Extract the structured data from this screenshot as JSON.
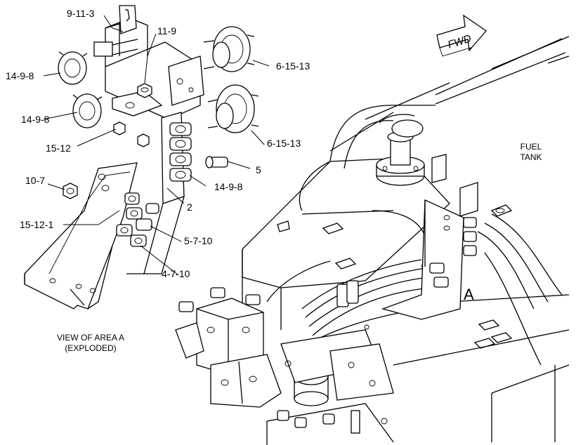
{
  "callouts": [
    "9-11-3",
    "11-9",
    "14-9-8",
    "14-9-8",
    "15-12",
    "10-7",
    "15-12-1",
    "6-15-13",
    "6-15-13",
    "5",
    "14-9-8",
    "2",
    "5-7-10",
    "4-7-10"
  ],
  "view_note": [
    "VIEW OF AREA A",
    "(EXPLODED)"
  ],
  "fuel_tank": [
    "FUEL",
    "TANK"
  ],
  "area_marker": "A",
  "direction_arrow": "FWD"
}
